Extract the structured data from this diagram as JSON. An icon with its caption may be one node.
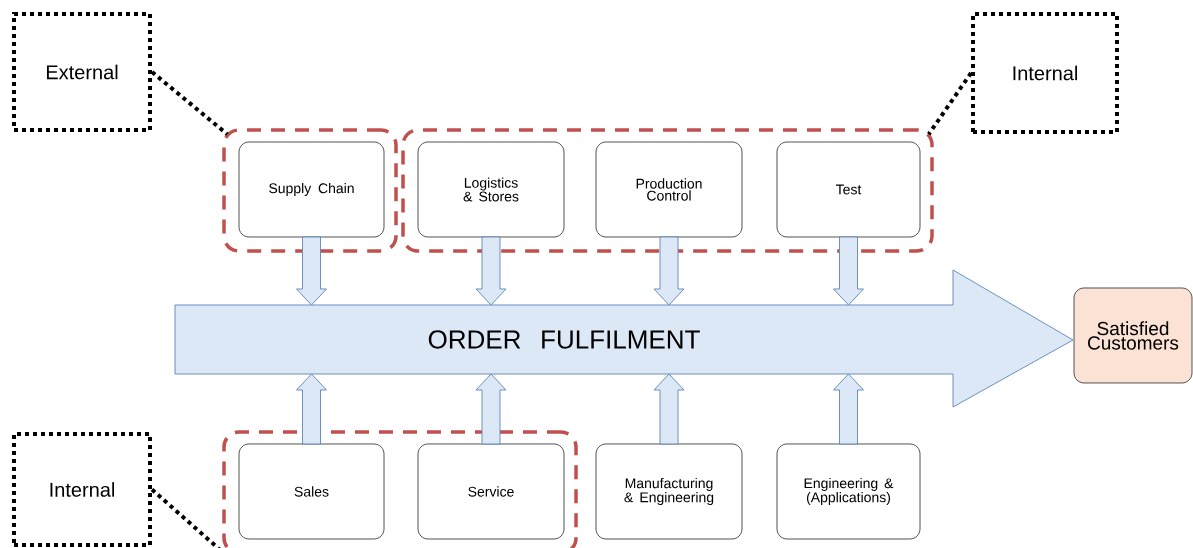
{
  "diagram": {
    "nodes": [
      {
        "text": [
          "External"
        ]
      },
      {
        "text": [
          "Internal"
        ]
      },
      {
        "text": [
          "Internal"
        ]
      },
      {
        "text": [],
        "shape": "box"
      },
      {
        "text": [],
        "shape": "box"
      },
      {
        "text": [
          "Supply Chain"
        ],
        "in": 3
      },
      {
        "text": [
          "Logistics & Stores"
        ],
        "in": 4
      },
      {
        "text": [
          "Production Control"
        ],
        "in": 4
      },
      {
        "text": [
          "Test"
        ],
        "in": 4
      },
      {
        "text": [
          "ORDER FULFILMENT"
        ]
      },
      {
        "text": [
          "Satisfied Customers"
        ]
      },
      {
        "text": [],
        "shape": "box"
      },
      {
        "text": [
          "Sales"
        ],
        "in": 11
      },
      {
        "text": [
          "Service"
        ],
        "in": 11
      },
      {
        "text": [
          "Manufacturing & Engineering"
        ]
      },
      {
        "text": [
          "Engineering & (Applications)"
        ]
      }
    ],
    "edges": [
      {
        "from": 0,
        "to": 3,
        "arrow": "none",
        "style": "dashed"
      },
      {
        "from": 1,
        "to": 4,
        "arrow": "none",
        "style": "dashed"
      },
      {
        "from": 5,
        "to": 9,
        "arrow": "to"
      },
      {
        "from": 6,
        "to": 9,
        "arrow": "to"
      },
      {
        "from": 7,
        "to": 9,
        "arrow": "to"
      },
      {
        "from": 8,
        "to": 9,
        "arrow": "to"
      },
      {
        "from": 12,
        "to": 9,
        "arrow": "to"
      },
      {
        "from": 13,
        "to": 9,
        "arrow": "to"
      },
      {
        "from": 14,
        "to": 9,
        "arrow": "to"
      },
      {
        "from": 15,
        "to": 9,
        "arrow": "to"
      },
      {
        "from": 2,
        "to": 11,
        "arrow": "none",
        "style": "dashed"
      }
    ]
  }
}
